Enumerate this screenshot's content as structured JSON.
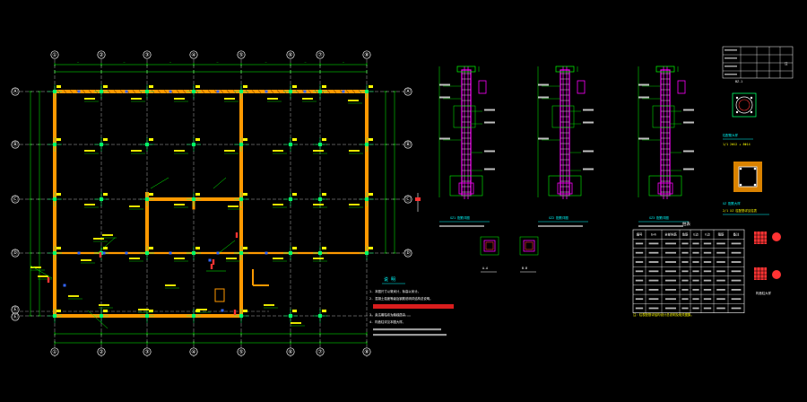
{
  "drawing": {
    "background": "#000000",
    "colors": {
      "grid": "#ffffff",
      "dim": "#00ff00",
      "wall": "#ff9900",
      "axis_dash": "#ffffff",
      "column": "#00ff66",
      "rebar": "#ff00ff",
      "text_yellow": "#ffff00",
      "text_red": "#ff3333",
      "blue": "#3366ff",
      "cyan": "#00ffff"
    }
  },
  "plan": {
    "top_axes": [
      "①",
      "②",
      "③",
      "④",
      "⑤",
      "⑥",
      "⑦",
      "⑧"
    ],
    "bottom_axes": [
      "①",
      "②",
      "③",
      "④",
      "⑤",
      "⑥",
      "⑦",
      "⑧"
    ],
    "left_axes": [
      "Ⓐ",
      "Ⓑ",
      "Ⓒ",
      "Ⓓ",
      "Ⓔ"
    ],
    "right_axes": [
      "Ⓐ",
      "Ⓑ",
      "Ⓒ",
      "Ⓓ"
    ]
  },
  "notes": {
    "title": "说  明",
    "lines": [
      "1. 本图尺寸以毫米计，标高以米计。",
      "2. 混凝土强度等级及钢筋说明详结构总说明。",
      "3. 未注明柱均为轴线居中。",
      "4. 构造柱详见本图大样。"
    ]
  },
  "details": {
    "column_sections": [
      "GZ1 配筋详图",
      "GZ2 配筋详图",
      "GZ3 配筋详图"
    ],
    "small_sections": [
      "A-A",
      "B-B"
    ],
    "right_labels": [
      "柱配筋大样",
      "XZ 配筋大样"
    ],
    "small_table_header": "注",
    "icon_label": "构造柱大样"
  },
  "schedule": {
    "title": "柱表",
    "columns": [
      "编号",
      "b×h",
      "全部纵筋",
      "角筋",
      "b边",
      "h边",
      "箍筋",
      "备注"
    ],
    "row_count": 8,
    "footer": "注：柱表配筋详结构设计总说明及相关图集。"
  }
}
